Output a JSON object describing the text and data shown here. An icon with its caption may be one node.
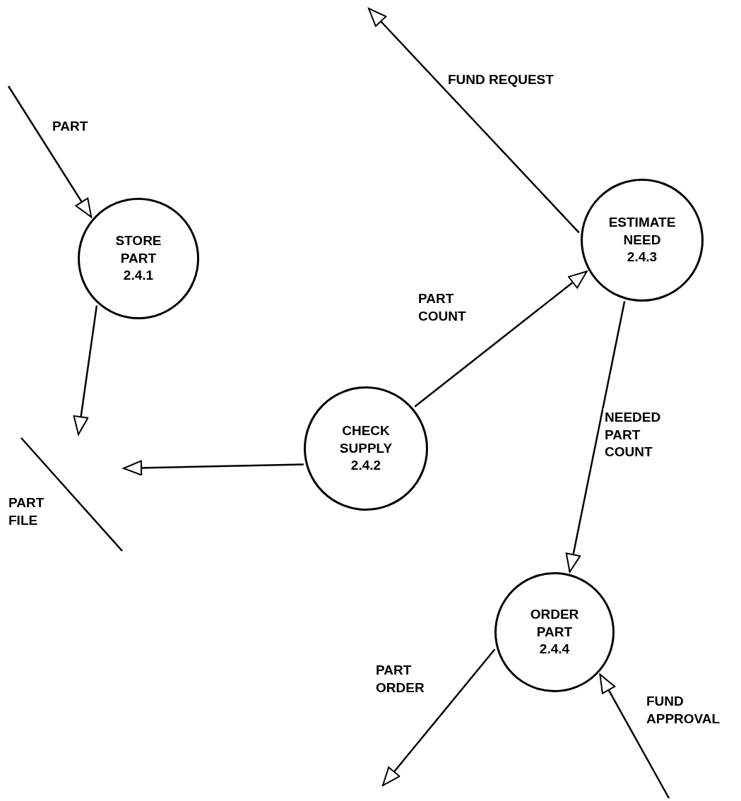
{
  "diagram": {
    "nodes": [
      {
        "text": [
          "STORE PART",
          "2.4.1"
        ]
      },
      {
        "text": [
          "ESTIMATE NEED",
          "2.4.3"
        ]
      },
      {
        "text": [
          "CHECK SUPPLY",
          "2.4.2"
        ]
      },
      {
        "text": [
          "PART FILE"
        ]
      },
      {
        "text": [
          "ORDER PART",
          "2.4.4"
        ]
      }
    ],
    "edges": [
      {
        "from": null,
        "to": 0,
        "arrow": "to",
        "label": "PART"
      },
      {
        "from": 1,
        "to": null,
        "arrow": "to",
        "label": "FUND REQUEST"
      },
      {
        "from": 0,
        "to": 3,
        "arrow": "to"
      },
      {
        "from": 2,
        "to": 3,
        "arrow": "to"
      },
      {
        "from": 2,
        "to": 1,
        "arrow": "to",
        "label": "PART COUNT"
      },
      {
        "from": 1,
        "to": 4,
        "arrow": "to",
        "label": "NEEDED PART COUNT"
      },
      {
        "from": 4,
        "to": null,
        "arrow": "to",
        "label": "PART ORDER"
      },
      {
        "from": null,
        "to": 4,
        "arrow": "to",
        "label": "FUND APPROVAL"
      }
    ]
  }
}
